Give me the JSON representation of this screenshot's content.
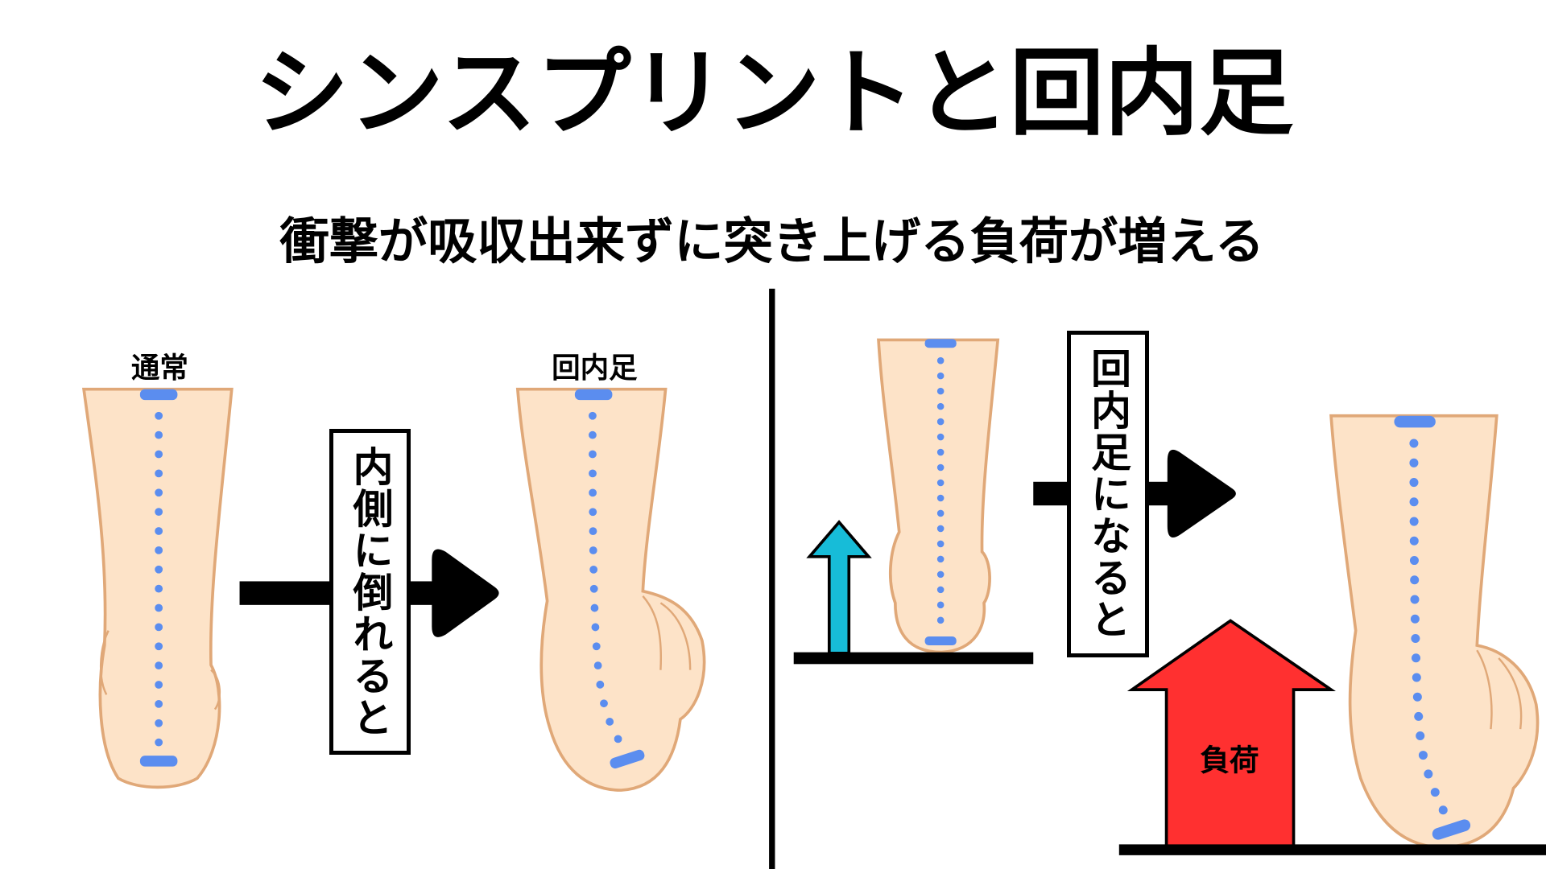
{
  "title": "シンスプリントと回内足",
  "subtitle": "衝撃が吸収出来ずに突き上げる負荷が増える",
  "left_panel": {
    "normal_label": "通常",
    "pronated_label": "回内足",
    "arrow_caption": "内側に倒れると"
  },
  "right_panel": {
    "arrow_caption": "回内足になると",
    "load_label": "負荷"
  },
  "colors": {
    "skin": "#fde3c8",
    "skin_outline": "#e9b98c",
    "axis_dots": "#5b8def",
    "small_force_arrow": "#17bcd8",
    "load_arrow": "#ff3030"
  }
}
